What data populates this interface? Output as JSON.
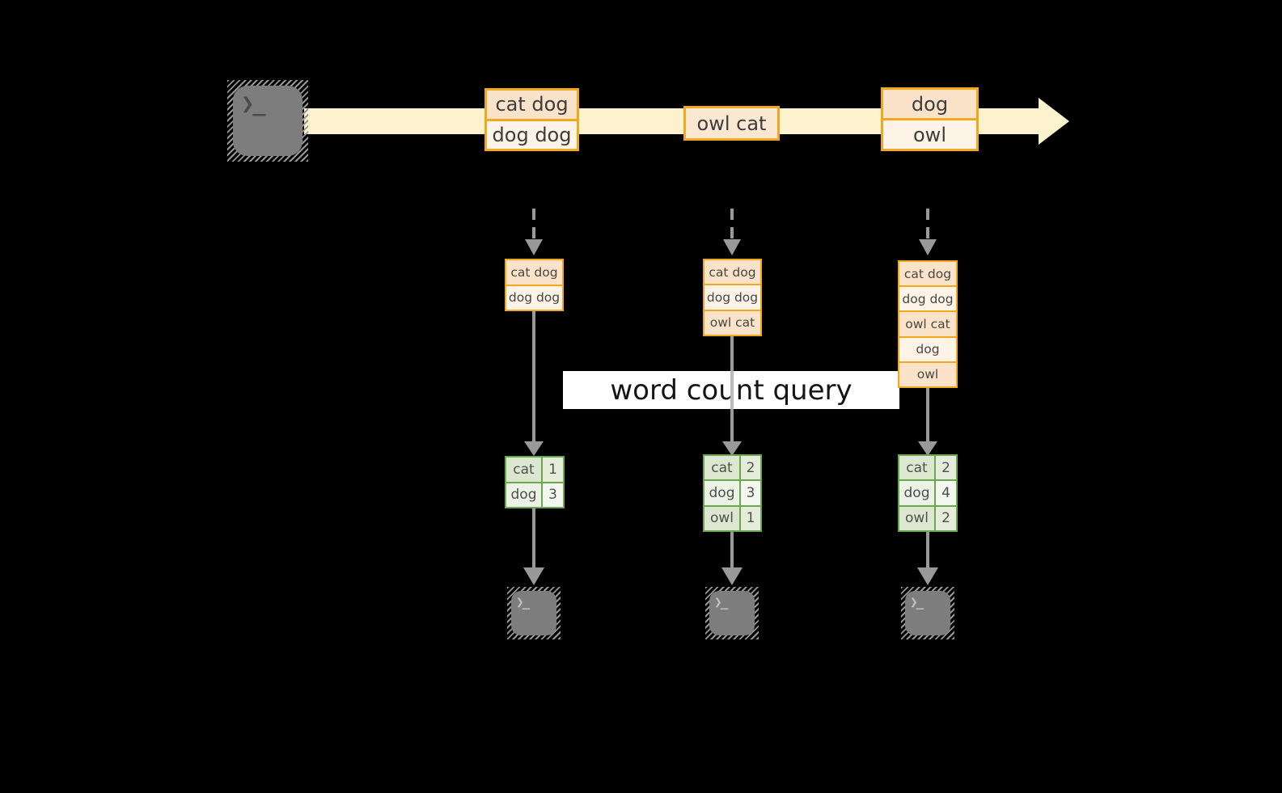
{
  "query_label": "word count query",
  "source_terminal": {
    "icon": "terminal-icon",
    "glyph": "❯_"
  },
  "stream_events": [
    {
      "rows": [
        "cat dog",
        "dog dog"
      ]
    },
    {
      "rows": [
        "owl cat"
      ]
    },
    {
      "rows": [
        "dog",
        "owl"
      ]
    }
  ],
  "pipelines": [
    {
      "buffer": [
        "cat dog",
        "dog dog"
      ],
      "counts": [
        [
          "cat",
          "1"
        ],
        [
          "dog",
          "3"
        ]
      ],
      "sink": {
        "icon": "terminal-icon",
        "glyph": "❯_"
      }
    },
    {
      "buffer": [
        "cat dog",
        "dog dog",
        "owl cat"
      ],
      "counts": [
        [
          "cat",
          "2"
        ],
        [
          "dog",
          "3"
        ],
        [
          "owl",
          "1"
        ]
      ],
      "sink": {
        "icon": "terminal-icon",
        "glyph": "❯_"
      }
    },
    {
      "buffer": [
        "cat dog",
        "dog dog",
        "owl cat",
        "dog",
        "owl"
      ],
      "counts": [
        [
          "cat",
          "2"
        ],
        [
          "dog",
          "4"
        ],
        [
          "owl",
          "2"
        ]
      ],
      "sink": {
        "icon": "terminal-icon",
        "glyph": "❯_"
      }
    }
  ],
  "colors": {
    "background": "#000000",
    "stream_band": "#fcf2cd",
    "event_border": "#f2a71c",
    "event_fill_dark": "#fae3c8",
    "event_fill_light": "#fdf3e6",
    "table_border": "#6aa84f",
    "table_fill_dark": "#dbe7cf",
    "table_fill_light": "#edf2e7",
    "arrow_gray": "#999999",
    "terminal_gray": "#7d7d7d",
    "query_bar_bg": "#ffffff"
  }
}
